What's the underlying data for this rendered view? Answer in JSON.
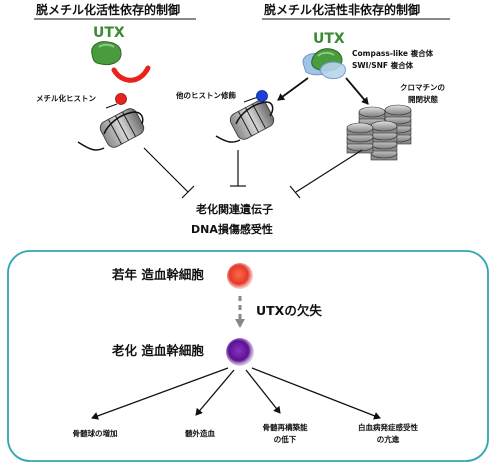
{
  "headers": {
    "left": "脱メチル化活性依存的制御",
    "right": "脱メチル化活性非依存的制御"
  },
  "utx_left": "UTX",
  "utx_right": "UTX",
  "complex_labels": {
    "compass": "Compass-like 複合体",
    "swisnf": "SWI/SNF 複合体"
  },
  "labels": {
    "methylated_histone": "メチル化ヒストン",
    "other_histone": "他のヒストン修飾",
    "chromatin_state": [
      "クロマチンの",
      "開閉状態"
    ]
  },
  "targets": {
    "genes": "老化関連遺伝子",
    "dna": "DNA損傷感受性"
  },
  "cells": {
    "young": "若年 造血幹細胞",
    "old": "老化 造血幹細胞",
    "loss": "UTXの欠失"
  },
  "outcomes": [
    {
      "lines": [
        "骨髄球の増加"
      ]
    },
    {
      "lines": [
        "髄外造血"
      ]
    },
    {
      "lines": [
        "骨髄再構築能",
        "の低下"
      ]
    },
    {
      "lines": [
        "白血病発症感受性",
        "の亢進"
      ]
    }
  ],
  "colors": {
    "utx_green": "#3a8a35",
    "methyl_red": "#e8231b",
    "mod_blue": "#1c3fd6",
    "young_cell": "#e23a2a",
    "old_cell": "#6a1aa0",
    "panel_border": "#2fa6b3"
  }
}
